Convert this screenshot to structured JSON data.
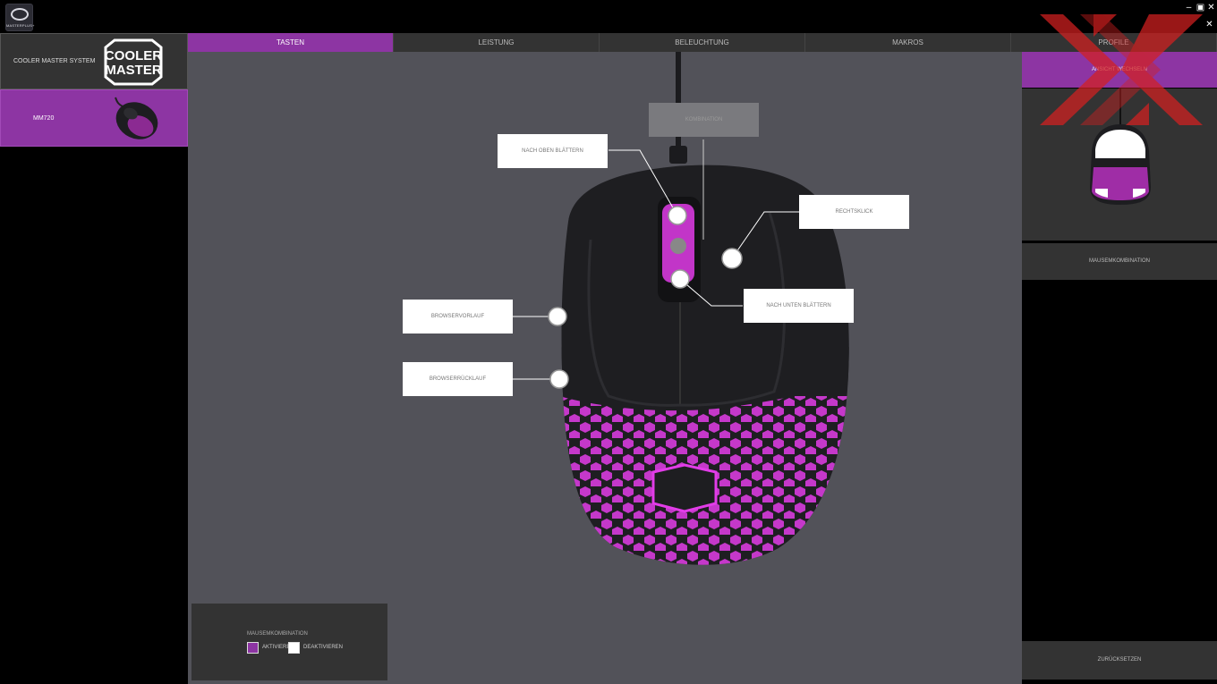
{
  "app": {
    "logo_text": "MASTERPLUS+"
  },
  "window_controls": {
    "minimize": "–",
    "maximize": "▣",
    "close": "✕",
    "app_close": "✕"
  },
  "sidebar": {
    "system_label": "COOLER MASTER SYSTEM",
    "brand_logo_text": [
      "COOLER",
      "MASTER"
    ],
    "device_label": "MM720"
  },
  "tabs": [
    {
      "label": "TASTEN",
      "active": true
    },
    {
      "label": "LEISTUNG",
      "active": false
    },
    {
      "label": "BELEUCHTUNG",
      "active": false
    },
    {
      "label": "MAKROS",
      "active": false
    },
    {
      "label": "PROFILE",
      "active": false
    }
  ],
  "callouts": {
    "kombination": "KOMBINATION",
    "scroll_up": "NACH OBEN BLÄTTERN",
    "right_click": "RECHTSKLICK",
    "scroll_down": "NACH UNTEN BLÄTTERN",
    "browser_forward": "BROWSERVORLAUF",
    "browser_back": "BROWSERRÜCKLAUF"
  },
  "legend": {
    "title": "MAUSEMKOMBINATION",
    "activate": "AKTIVIEREN",
    "deactivate": "DEAKTIVIEREN"
  },
  "right_panel": {
    "view_switch": "ANSICHT WECHSELN",
    "combo_button": "MAUSEMKOMBINATION",
    "reset_button": "ZURÜCKSETZEN"
  },
  "colors": {
    "accent": "#8d35a3",
    "led": "#e23ce8",
    "panel": "#333333",
    "canvas": "#525259"
  },
  "icons": [
    "app-logo-icon",
    "minimize-icon",
    "maximize-icon",
    "close-icon"
  ]
}
